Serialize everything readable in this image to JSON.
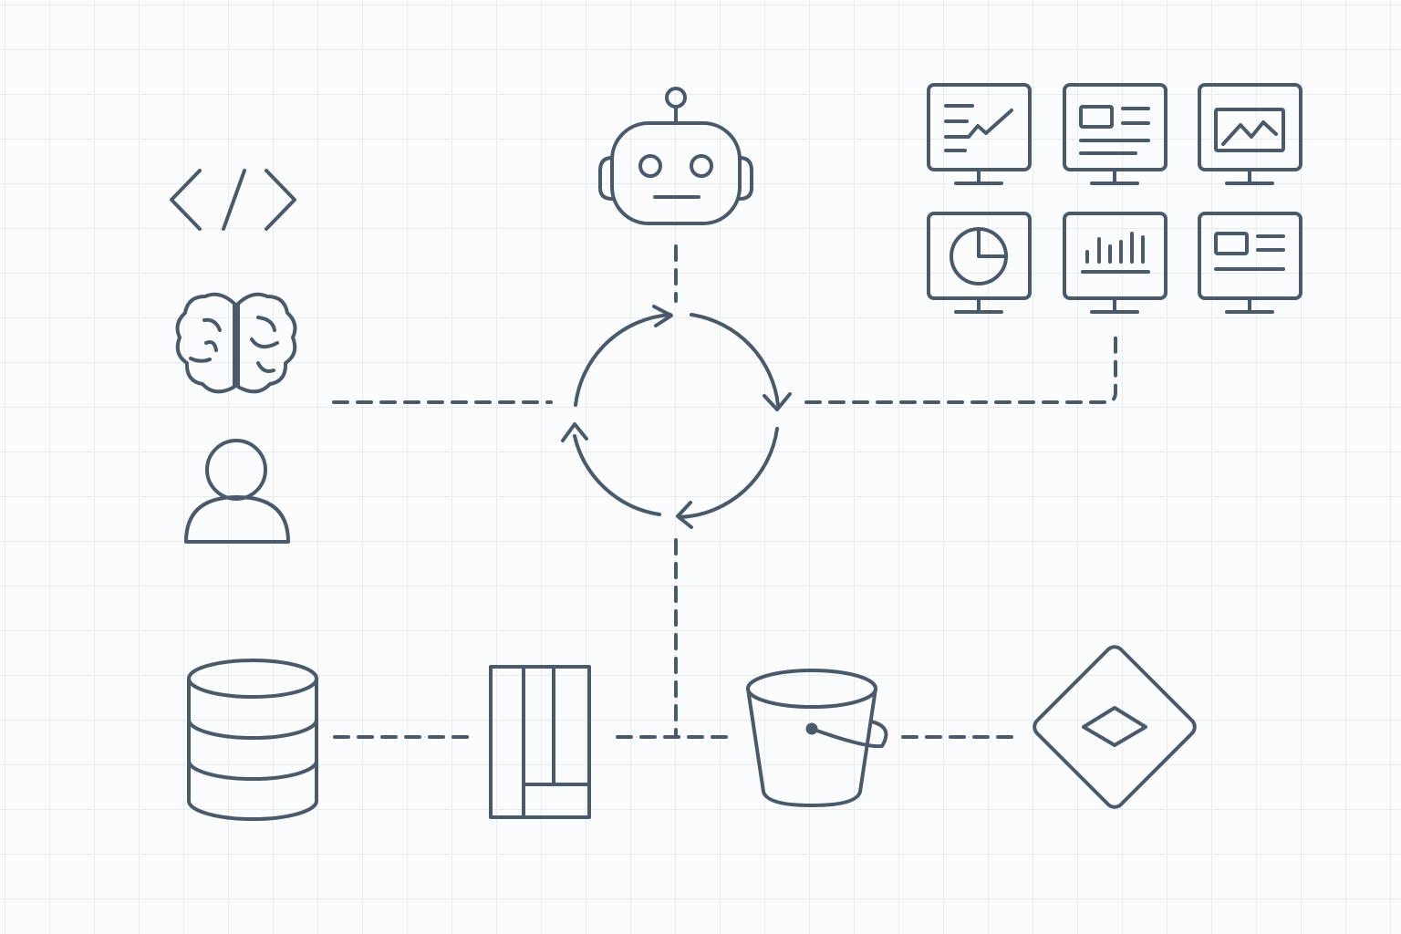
{
  "diagram": {
    "line_color": "#4a5a6b",
    "grid_color": "#e8ecef",
    "background": "#fbfcfd",
    "icons": {
      "agent": "robot-icon",
      "cycle": "refresh-cycle-icon",
      "code": "code-icon",
      "brain": "brain-icon",
      "user": "user-icon",
      "dashboards": [
        "monitor-line-chart-icon",
        "monitor-card-icon",
        "monitor-area-chart-icon",
        "monitor-pie-chart-icon",
        "monitor-bar-chart-icon",
        "monitor-card-list-icon"
      ],
      "database": "database-icon",
      "table": "columnar-table-icon",
      "bucket": "bucket-icon",
      "platform": "diamond-icon"
    },
    "connectors": [
      "inputs-to-cycle",
      "agent-to-cycle",
      "cycle-to-dashboards",
      "cycle-to-pipeline",
      "database-to-table",
      "table-to-bucket",
      "bucket-to-platform"
    ]
  }
}
